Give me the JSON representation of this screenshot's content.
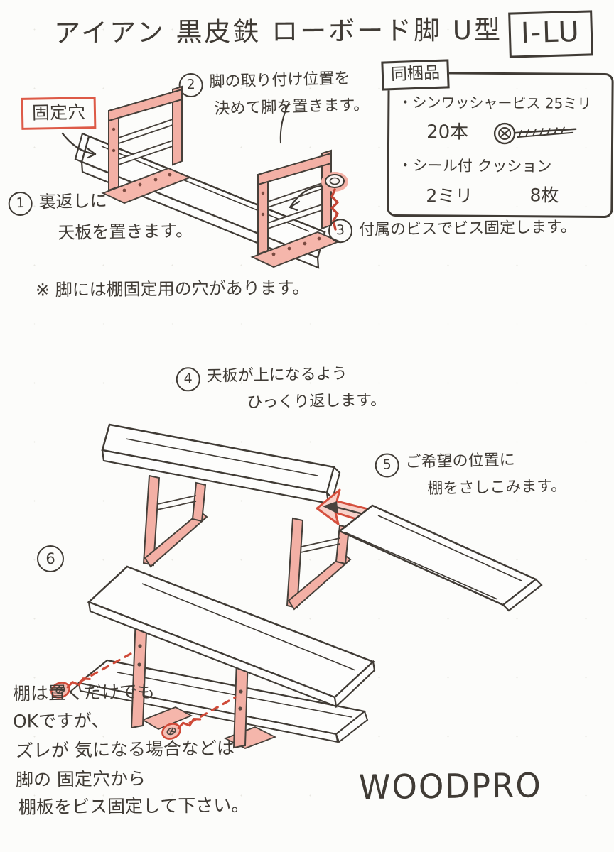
{
  "page": {
    "title": "アイアン 黒皮鉄 ローボード脚 U型",
    "model_code": "I-LU",
    "logo": "WOODPRO"
  },
  "included_box": {
    "label": "同梱品",
    "item1_name": "・シンワッシャービス 25ミリ",
    "item1_qty": "20本",
    "item2_name": "・シール付 クッション",
    "item2_size": "2ミリ",
    "item2_qty": "8枚"
  },
  "labels": {
    "fixing_hole": "固定穴",
    "note": "※ 脚には棚固定用の穴があります。"
  },
  "steps": {
    "s1": {
      "num": "1",
      "line1": "裏返しに",
      "line2": "天板を置きます。"
    },
    "s2": {
      "num": "2",
      "line1": "脚の取り付け位置を",
      "line2": "決めて脚を置きます。"
    },
    "s3": {
      "num": "3",
      "line1": "付属のビスでビス固定します。"
    },
    "s4": {
      "num": "4",
      "line1": "天板が上になるよう",
      "line2": "ひっくり返します。"
    },
    "s5": {
      "num": "5",
      "line1": "ご希望の位置に",
      "line2": "棚をさしこみます。"
    },
    "s6": {
      "num": "6"
    }
  },
  "footer_note": {
    "line1": "棚は置くだけでも",
    "line2": "OKですが、",
    "line3": "ズレが 気になる場合などは",
    "line4": "脚の 固定穴から",
    "line5": "棚板をビス固定して下さい。"
  },
  "colors": {
    "ink": "#403b35",
    "red": "#d5503e",
    "pink": "#f3b0a5",
    "paper": "#fcfcfa"
  }
}
